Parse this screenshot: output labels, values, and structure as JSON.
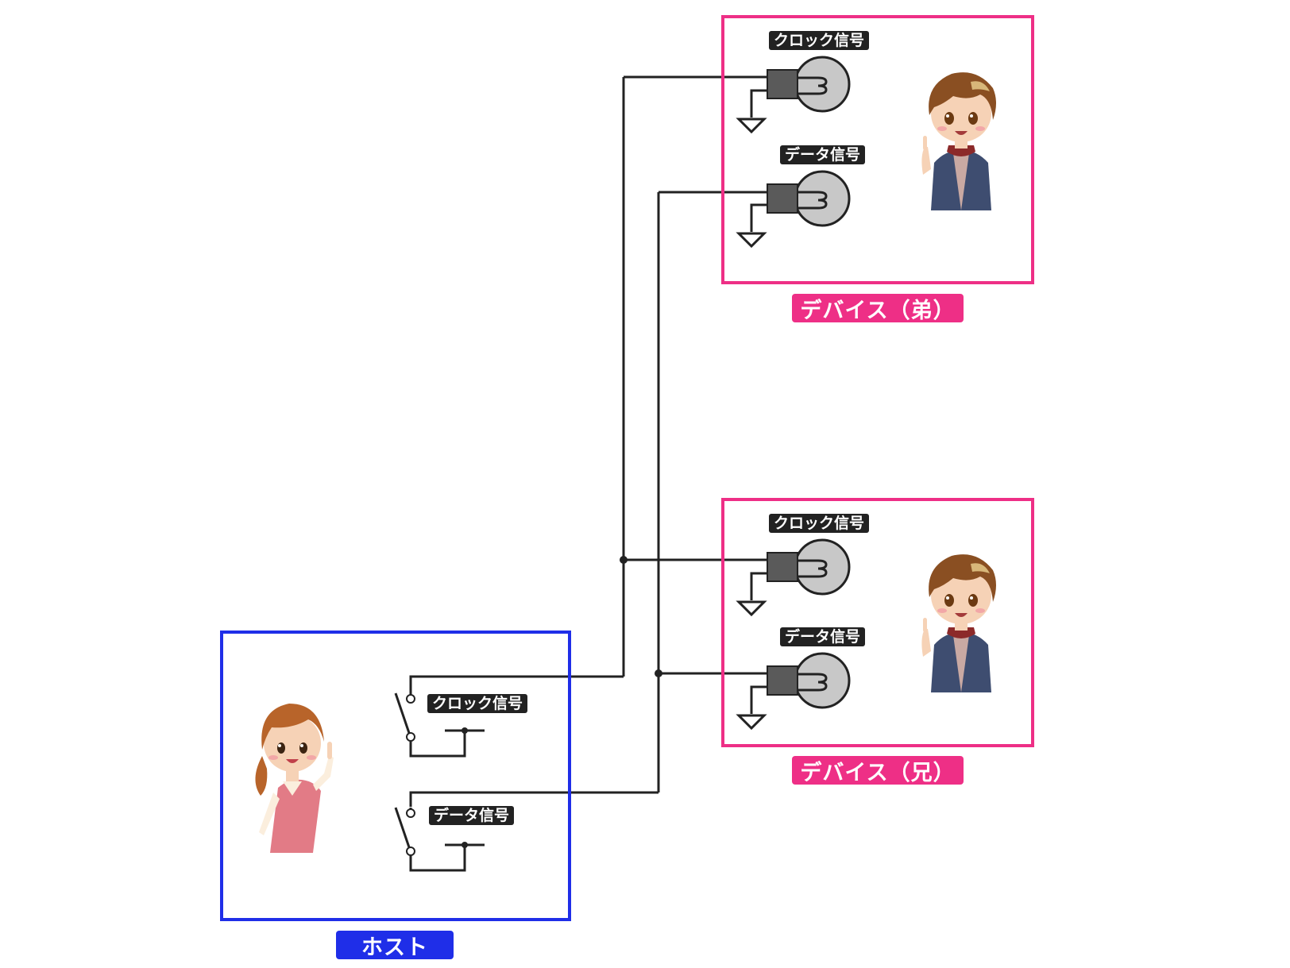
{
  "devices": [
    {
      "caption": "デバイス（弟）",
      "clock_label": "クロック信号",
      "data_label": "データ信号"
    },
    {
      "caption": "デバイス（兄）",
      "clock_label": "クロック信号",
      "data_label": "データ信号"
    }
  ],
  "host": {
    "caption": "ホスト",
    "clock_label": "クロック信号",
    "data_label": "データ信号"
  },
  "colors": {
    "device_accent": "#ee2f86",
    "host_accent": "#1f2ee8",
    "wire": "#222222",
    "lamp_glass": "#c8c8c8",
    "lamp_base": "#5a5a5a"
  },
  "icons": {
    "lamp": "light-bulb-icon",
    "ground": "ground-symbol-icon",
    "switch": "switch-icon"
  }
}
